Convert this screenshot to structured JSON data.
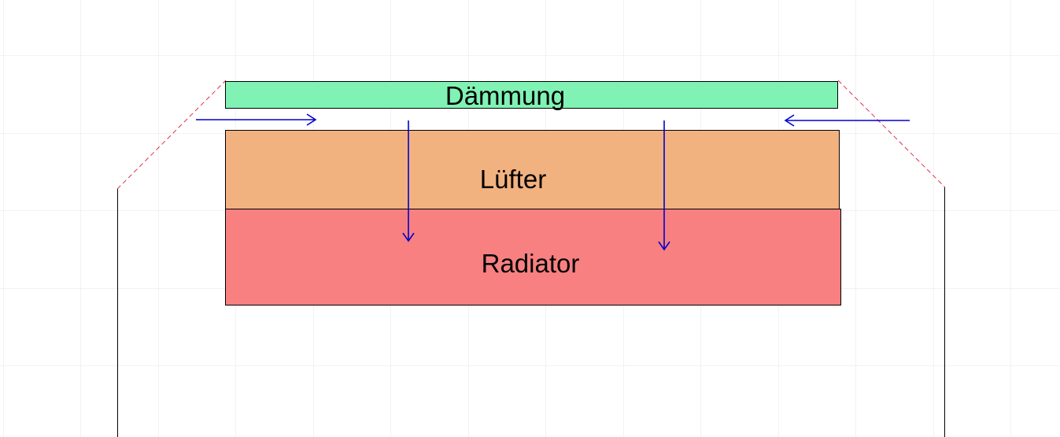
{
  "diagram": {
    "blocks": {
      "insulation": {
        "label": "Dämmung",
        "color": "#80f2b4"
      },
      "fan": {
        "label": "Lüfter",
        "color": "#f2b280"
      },
      "radiator": {
        "label": "Radiator",
        "color": "#f88080"
      }
    },
    "colors": {
      "grid": "#e6e6e6",
      "airflow_arrows": "#0000cc",
      "chamfer_dashed": "#e0304a",
      "enclosure_outline": "#000000"
    },
    "airflow": {
      "inflow_directions": [
        "right",
        "left"
      ],
      "downflow_directions": [
        "down",
        "down"
      ]
    }
  }
}
